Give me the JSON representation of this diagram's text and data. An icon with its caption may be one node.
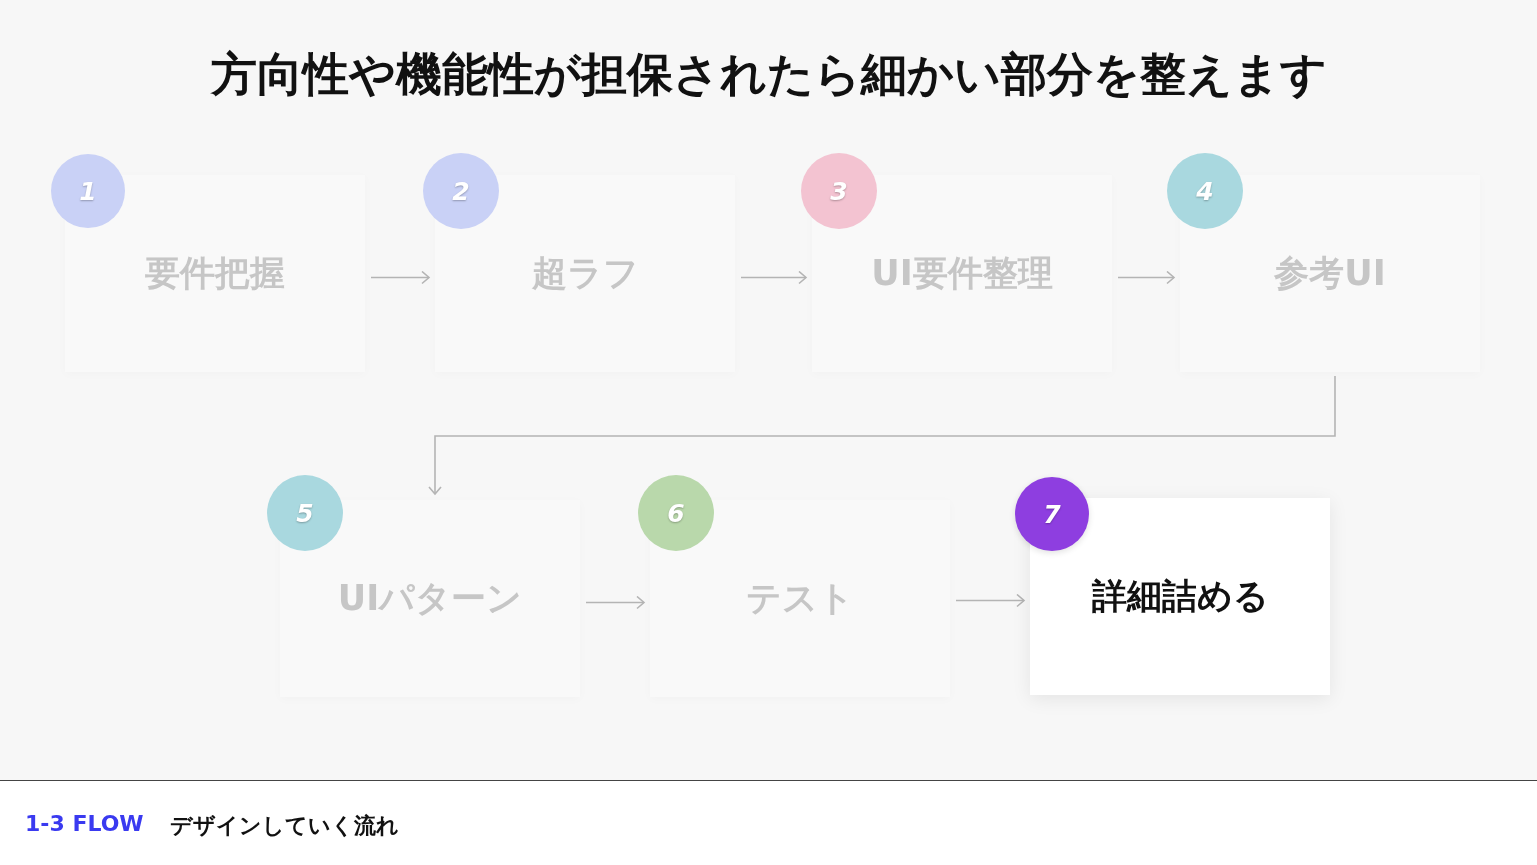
{
  "diagram": {
    "title": "方向性や機能性が担保されたら細かい部分を整えます",
    "nodes": [
      {
        "text": [
          "1"
        ]
      },
      {
        "text": [
          "要件把握"
        ]
      },
      {
        "text": [
          "2"
        ]
      },
      {
        "text": [
          "超ラフ"
        ]
      },
      {
        "text": [
          "3"
        ]
      },
      {
        "text": [
          "UI要件整理"
        ]
      },
      {
        "text": [
          "4"
        ]
      },
      {
        "text": [
          "参考UI"
        ]
      },
      {
        "text": [
          "5"
        ]
      },
      {
        "text": [
          "UIパターン"
        ]
      },
      {
        "text": [
          "6"
        ]
      },
      {
        "text": [
          "テスト"
        ]
      },
      {
        "text": [
          "7"
        ]
      },
      {
        "text": [
          "詳細詰める"
        ]
      }
    ],
    "edges": [
      {
        "from": 1,
        "to": 3,
        "arrow": "to"
      },
      {
        "from": 3,
        "to": 5,
        "arrow": "to"
      },
      {
        "from": 5,
        "to": 7,
        "arrow": "to"
      },
      {
        "from": 7,
        "to": 9,
        "arrow": "to"
      },
      {
        "from": 9,
        "to": 11,
        "arrow": "to"
      },
      {
        "from": 11,
        "to": 13,
        "arrow": "to"
      }
    ],
    "labels": [
      "1-3 FLOW",
      "デザインしていく流れ"
    ]
  }
}
